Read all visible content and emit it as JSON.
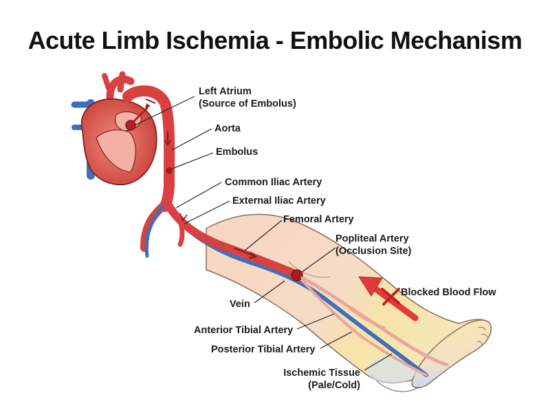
{
  "title": "Acute Limb Ischemia - Embolic Mechanism",
  "labels": {
    "left_atrium": "Left Atrium",
    "left_atrium_note": "(Source of Embolus)",
    "aorta": "Aorta",
    "embolus": "Embolus",
    "common_iliac": "Common Iliac Artery",
    "external_iliac": "External Iliac Artery",
    "femoral": "Femoral Artery",
    "popliteal": "Popliteal Artery",
    "popliteal_note": "(Occlusion Site)",
    "blocked_flow": "Blocked Blood Flow",
    "vein": "Vein",
    "anterior_tibial": "Anterior Tibial Artery",
    "posterior_tibial": "Posterior Tibial Artery",
    "ischemic": "Ischemic Tissue",
    "ischemic_note": "(Pale/Cold)"
  },
  "colors": {
    "artery": "#d94040",
    "artery_dark": "#a82828",
    "vein": "#3f6fb8",
    "heart": "#d9534f",
    "skin": "#f6d3bc",
    "ischemic": "#f7e3a4",
    "ischemic_cold": "#cfe1f1",
    "arrow_red": "#e03a3a",
    "leader": "#222222"
  }
}
